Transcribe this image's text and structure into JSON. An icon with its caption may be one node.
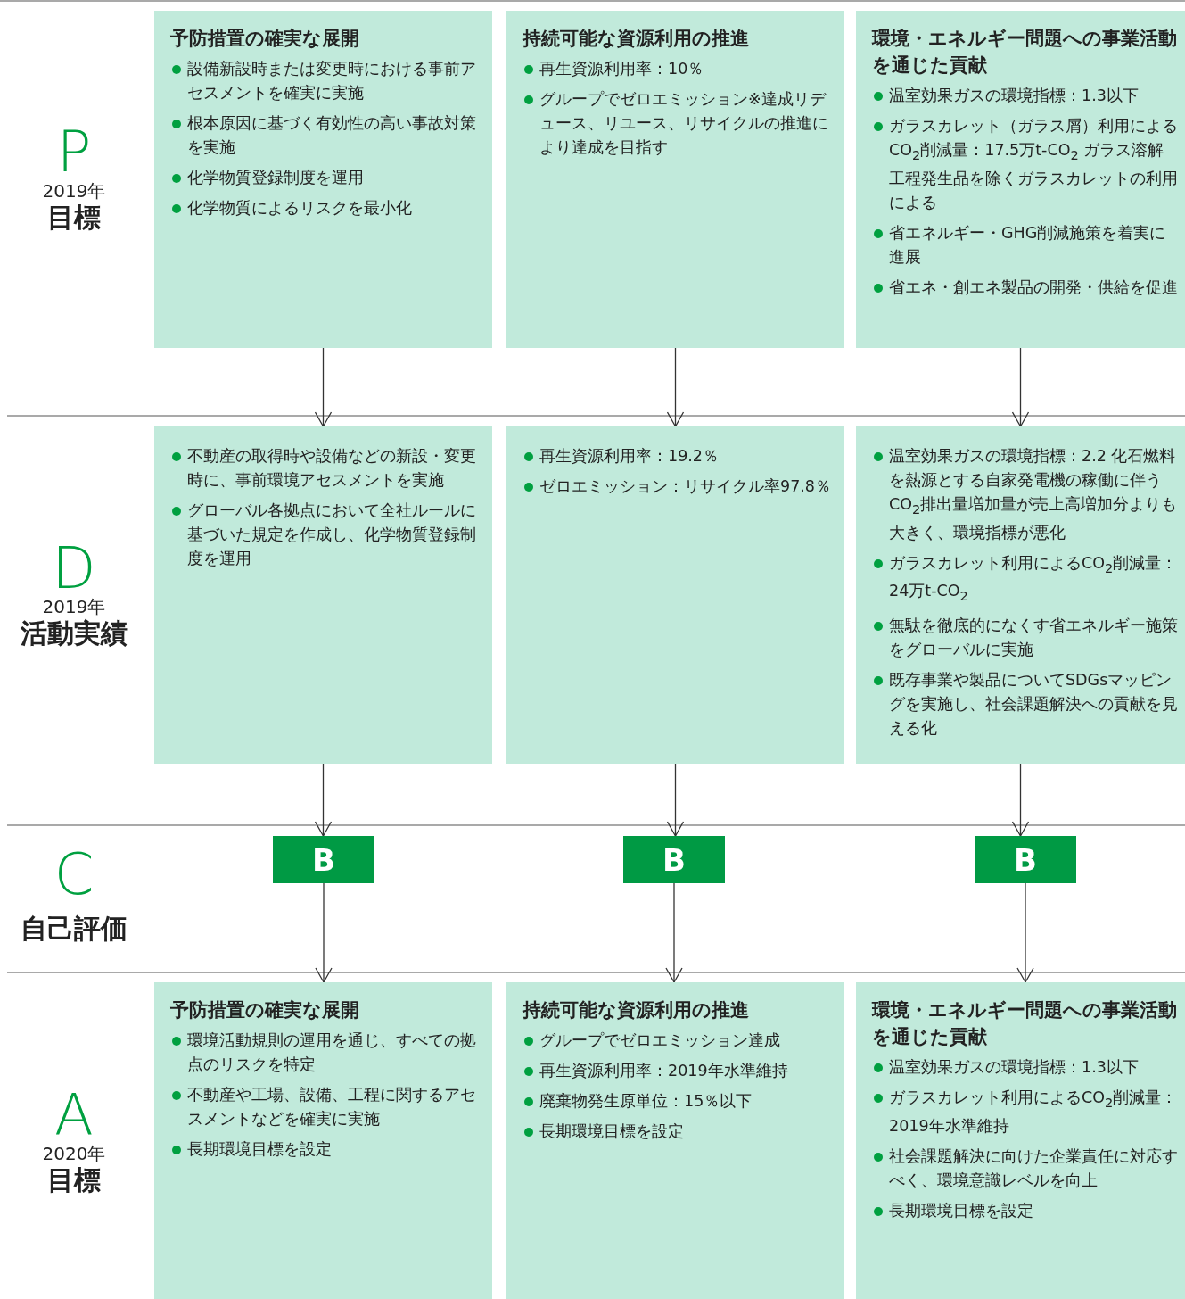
{
  "diagram": {
    "nodes": [
      {
        "text": [
          "予防措置の確実な展開",
          "設備新設時または変更時における事前アセスメントを確実に実施",
          "根本原因に基づく有効性の高い事故対策を実施",
          "化学物質登録制度を運用",
          "化学物質によるリスクを最小化"
        ]
      },
      {
        "text": [
          "持続可能な資源利用の推進",
          "再生資源利用率：10％",
          "グループでゼロエミッション※達成リデュース、リユース、リサイクルの推進により達成を目指す"
        ]
      },
      {
        "text": [
          "環境・エネルギー問題への事業活動を通じた貢献",
          "温室効果ガスの環境指標：1.3以下",
          "ガラスカレット（ガラス屑）利用によるCO$_{2}$削減量：17.5万t-CO$_{2}$ ガラス溶解工程発生品を除くガラスカレットの利用による",
          "省エネルギー・GHG削減施策を着実に進展",
          "省エネ・創エネ製品の開発・供給を促進"
        ]
      },
      {
        "text": [
          "不動産の取得時や設備などの新設・変更時に、事前環境アセスメントを実施",
          "グローバル各拠点において全社ルールに基づいた規定を作成し、化学物質登録制度を運用"
        ]
      },
      {
        "text": [
          "再生資源利用率：19.2％",
          "ゼロエミッション：リサイクル率97.8％"
        ]
      },
      {
        "text": [
          "温室効果ガスの環境指標：2.2 化石燃料を熱源とする自家発電機の稼働に伴うCO$_{2}$排出量増加量が売上高増加分よりも大きく、環境指標が悪化",
          "ガラスカレット利用によるCO$_{2}$削減量：24万t-CO$_{2}$",
          "無駄を徹底的になくす省エネルギー施策をグローバルに実施",
          "既存事業や製品についてSDGsマッピングを実施し、社会課題解決への貢献を見える化"
        ]
      },
      {
        "text": [
          "B"
        ]
      },
      {
        "text": [
          "B"
        ]
      },
      {
        "text": [
          "B"
        ]
      },
      {
        "text": [
          "予防措置の確実な展開",
          "環境活動規則の運用を通じ、すべての拠点のリスクを特定",
          "不動産や工場、設備、工程に関するアセスメントなどを確実に実施",
          "長期環境目標を設定"
        ]
      },
      {
        "text": [
          "持続可能な資源利用の推進",
          "グループでゼロエミッション達成",
          "再生資源利用率：2019年水準維持",
          "廃棄物発生原単位：15％以下",
          "長期環境目標を設定"
        ]
      },
      {
        "text": [
          "環境・エネルギー問題への事業活動を通じた貢献",
          "温室効果ガスの環境指標：1.3以下",
          "ガラスカレット利用によるCO$_{2}$削減量：2019年水準維持",
          "社会課題解決に向けた企業責任に対応すべく、環境意識レベルを向上",
          "長期環境目標を設定"
        ]
      }
    ],
    "edges": [
      {
        "from": 0,
        "to": 3,
        "arrow": "to"
      },
      {
        "from": 1,
        "to": 4,
        "arrow": "to"
      },
      {
        "from": 2,
        "to": 5,
        "arrow": "to"
      },
      {
        "from": 3,
        "to": 6,
        "arrow": "to"
      },
      {
        "from": 4,
        "to": 7,
        "arrow": "to"
      },
      {
        "from": 5,
        "to": 8,
        "arrow": "to"
      },
      {
        "from": 6,
        "to": 9,
        "arrow": "to"
      },
      {
        "from": 7,
        "to": 10,
        "arrow": "to"
      },
      {
        "from": 8,
        "to": 11,
        "arrow": "to"
      }
    ],
    "labels": [
      "P",
      "2019年",
      "目標",
      "D",
      "2019年",
      "活動実績",
      "C",
      "自己評価",
      "A",
      "2020年",
      "目標"
    ]
  }
}
